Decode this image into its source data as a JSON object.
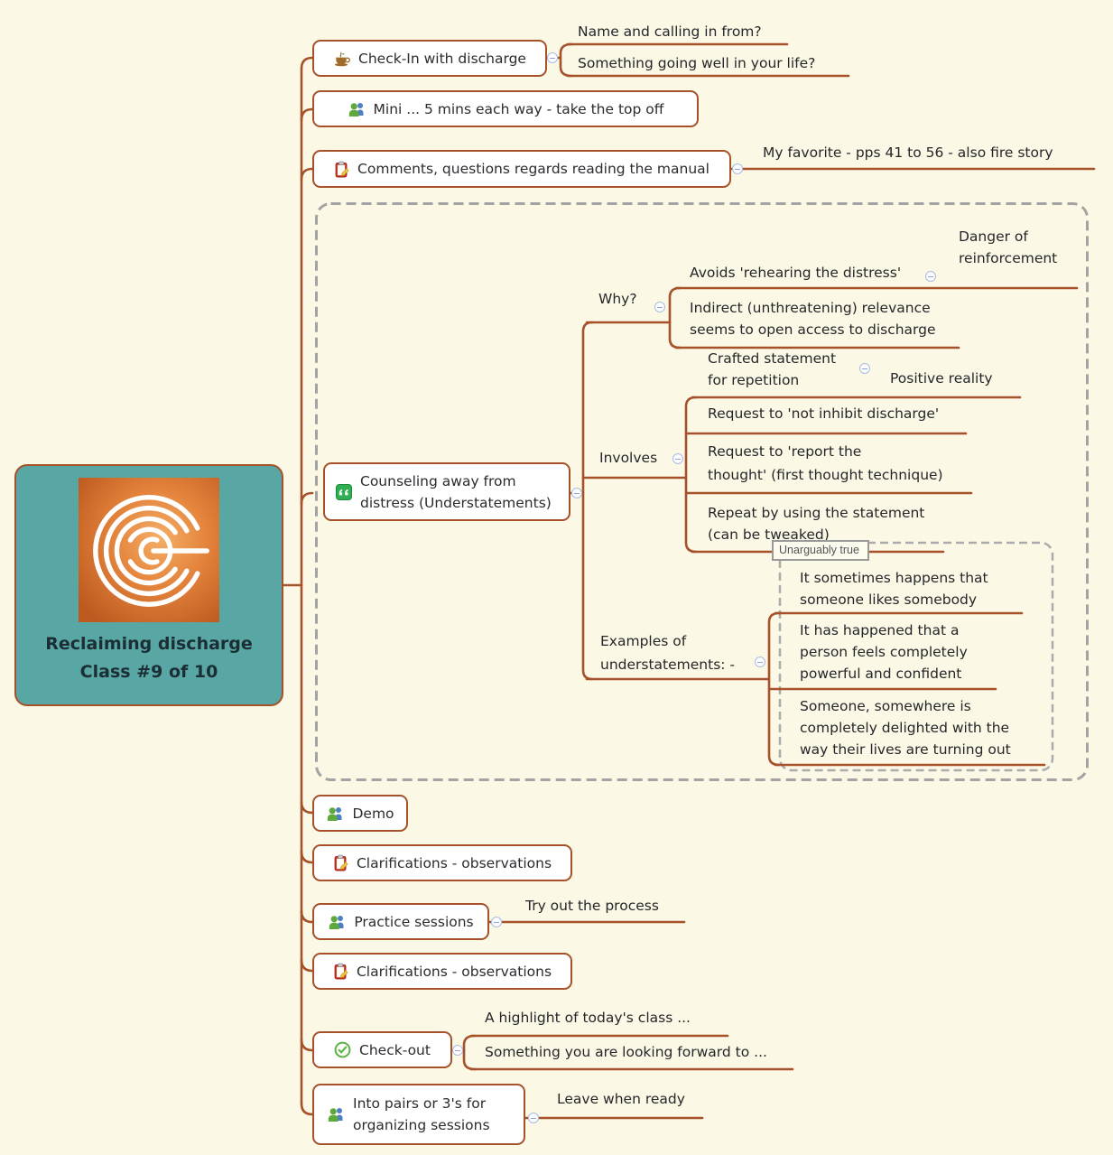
{
  "colors": {
    "background": "#FBF9E6",
    "branch_line": "#A5512A",
    "root_fill": "#58A7A5",
    "group_dash": "#A3A3A3",
    "collapse_border": "#A9BCDE",
    "people_green": "#5FA93C",
    "people_blue": "#4D7FC4",
    "clipboard_red": "#CF3A2A",
    "quote_green": "#2FAE53",
    "check_green": "#5DB14C"
  },
  "root": {
    "line1": "Reclaiming discharge",
    "line2": "Class #9 of 10",
    "logo": "labyrinth-logo"
  },
  "checkin": {
    "label": "Check-In with discharge",
    "icon": "coffee-cup-icon",
    "children": [
      {
        "text": "Name and calling in from?"
      },
      {
        "text": "Something going well in your life?"
      }
    ]
  },
  "mini": {
    "label": "Mini ... 5 mins each way - take the top off",
    "icon": "people-icon"
  },
  "comments": {
    "label": "Comments, questions regards reading the manual",
    "icon": "clipboard-icon",
    "child": "My favorite - pps 41 to 56 - also fire story"
  },
  "counseling": {
    "icon": "quote-icon",
    "lines": [
      "Counseling away from",
      "distress (Understatements)"
    ],
    "why": {
      "label": "Why?",
      "avoids": "Avoids 'rehearing the distress'",
      "danger": {
        "lines": [
          "Danger of",
          "reinforcement"
        ]
      },
      "indirect": {
        "lines": [
          "Indirect (unthreatening) relevance",
          "seems to open access to discharge"
        ]
      }
    },
    "involves": {
      "label": "Involves",
      "crafted": {
        "lines": [
          "Crafted statement",
          "for repetition"
        ]
      },
      "positive": "Positive reality",
      "request_not_inhibit": "Request to 'not inhibit discharge'",
      "request_report": {
        "lines": [
          "Request to 'report the",
          "thought' (first thought technique)"
        ]
      },
      "repeat": {
        "lines": [
          "Repeat by using the statement",
          "(can be tweaked)"
        ]
      }
    },
    "examples": {
      "label": {
        "lines": [
          "Examples of",
          "understatements: -"
        ]
      },
      "group_label": "Unarguably true",
      "items": [
        {
          "lines": [
            "It sometimes happens that",
            "someone likes somebody"
          ]
        },
        {
          "lines": [
            "It has happened that a",
            "person feels completely",
            "powerful and confident"
          ]
        },
        {
          "lines": [
            "Someone, somewhere is",
            "completely delighted with the",
            "way their lives are turning out"
          ]
        }
      ]
    }
  },
  "demo": {
    "label": "Demo",
    "icon": "people-icon"
  },
  "clarifications1": {
    "label": "Clarifications - observations",
    "icon": "clipboard-icon"
  },
  "practice": {
    "label": "Practice sessions",
    "icon": "people-icon",
    "child": "Try out the process"
  },
  "clarifications2": {
    "label": "Clarifications - observations",
    "icon": "clipboard-icon"
  },
  "checkout": {
    "label": "Check-out",
    "icon": "check-circle-icon",
    "children": [
      {
        "text": "A highlight of today's class ..."
      },
      {
        "text": "Something you are looking forward to ..."
      }
    ]
  },
  "pairs": {
    "icon": "people-icon",
    "lines": [
      "Into pairs or 3's for",
      "organizing sessions"
    ],
    "child": "Leave when ready"
  }
}
